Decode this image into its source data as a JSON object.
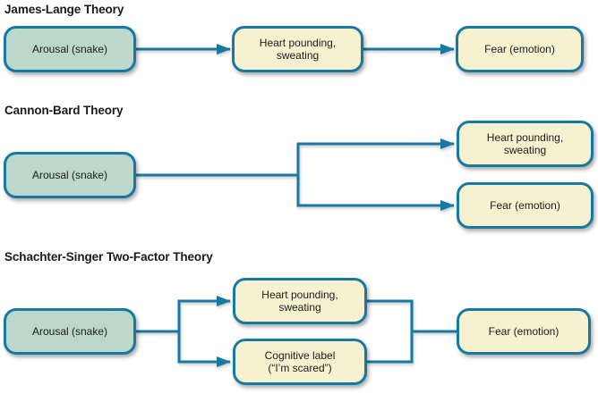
{
  "colors": {
    "stroke": "#1878a2",
    "teal_fill": "#bcd8cb",
    "cream_fill": "#f6f2d0",
    "text": "#1a1a1a"
  },
  "sections": [
    {
      "title": "James-Lange Theory",
      "boxes": {
        "arousal": "Arousal (snake)",
        "response": "Heart pounding,\nsweating",
        "emotion": "Fear (emotion)"
      }
    },
    {
      "title": "Cannon-Bard Theory",
      "boxes": {
        "arousal": "Arousal (snake)",
        "response": "Heart pounding,\nsweating",
        "emotion": "Fear (emotion)"
      }
    },
    {
      "title": "Schachter-Singer Two-Factor Theory",
      "boxes": {
        "arousal": "Arousal (snake)",
        "response": "Heart pounding,\nsweating",
        "cognitive": "Cognitive label\n(“I’m scared”)",
        "emotion": "Fear (emotion)"
      }
    }
  ]
}
